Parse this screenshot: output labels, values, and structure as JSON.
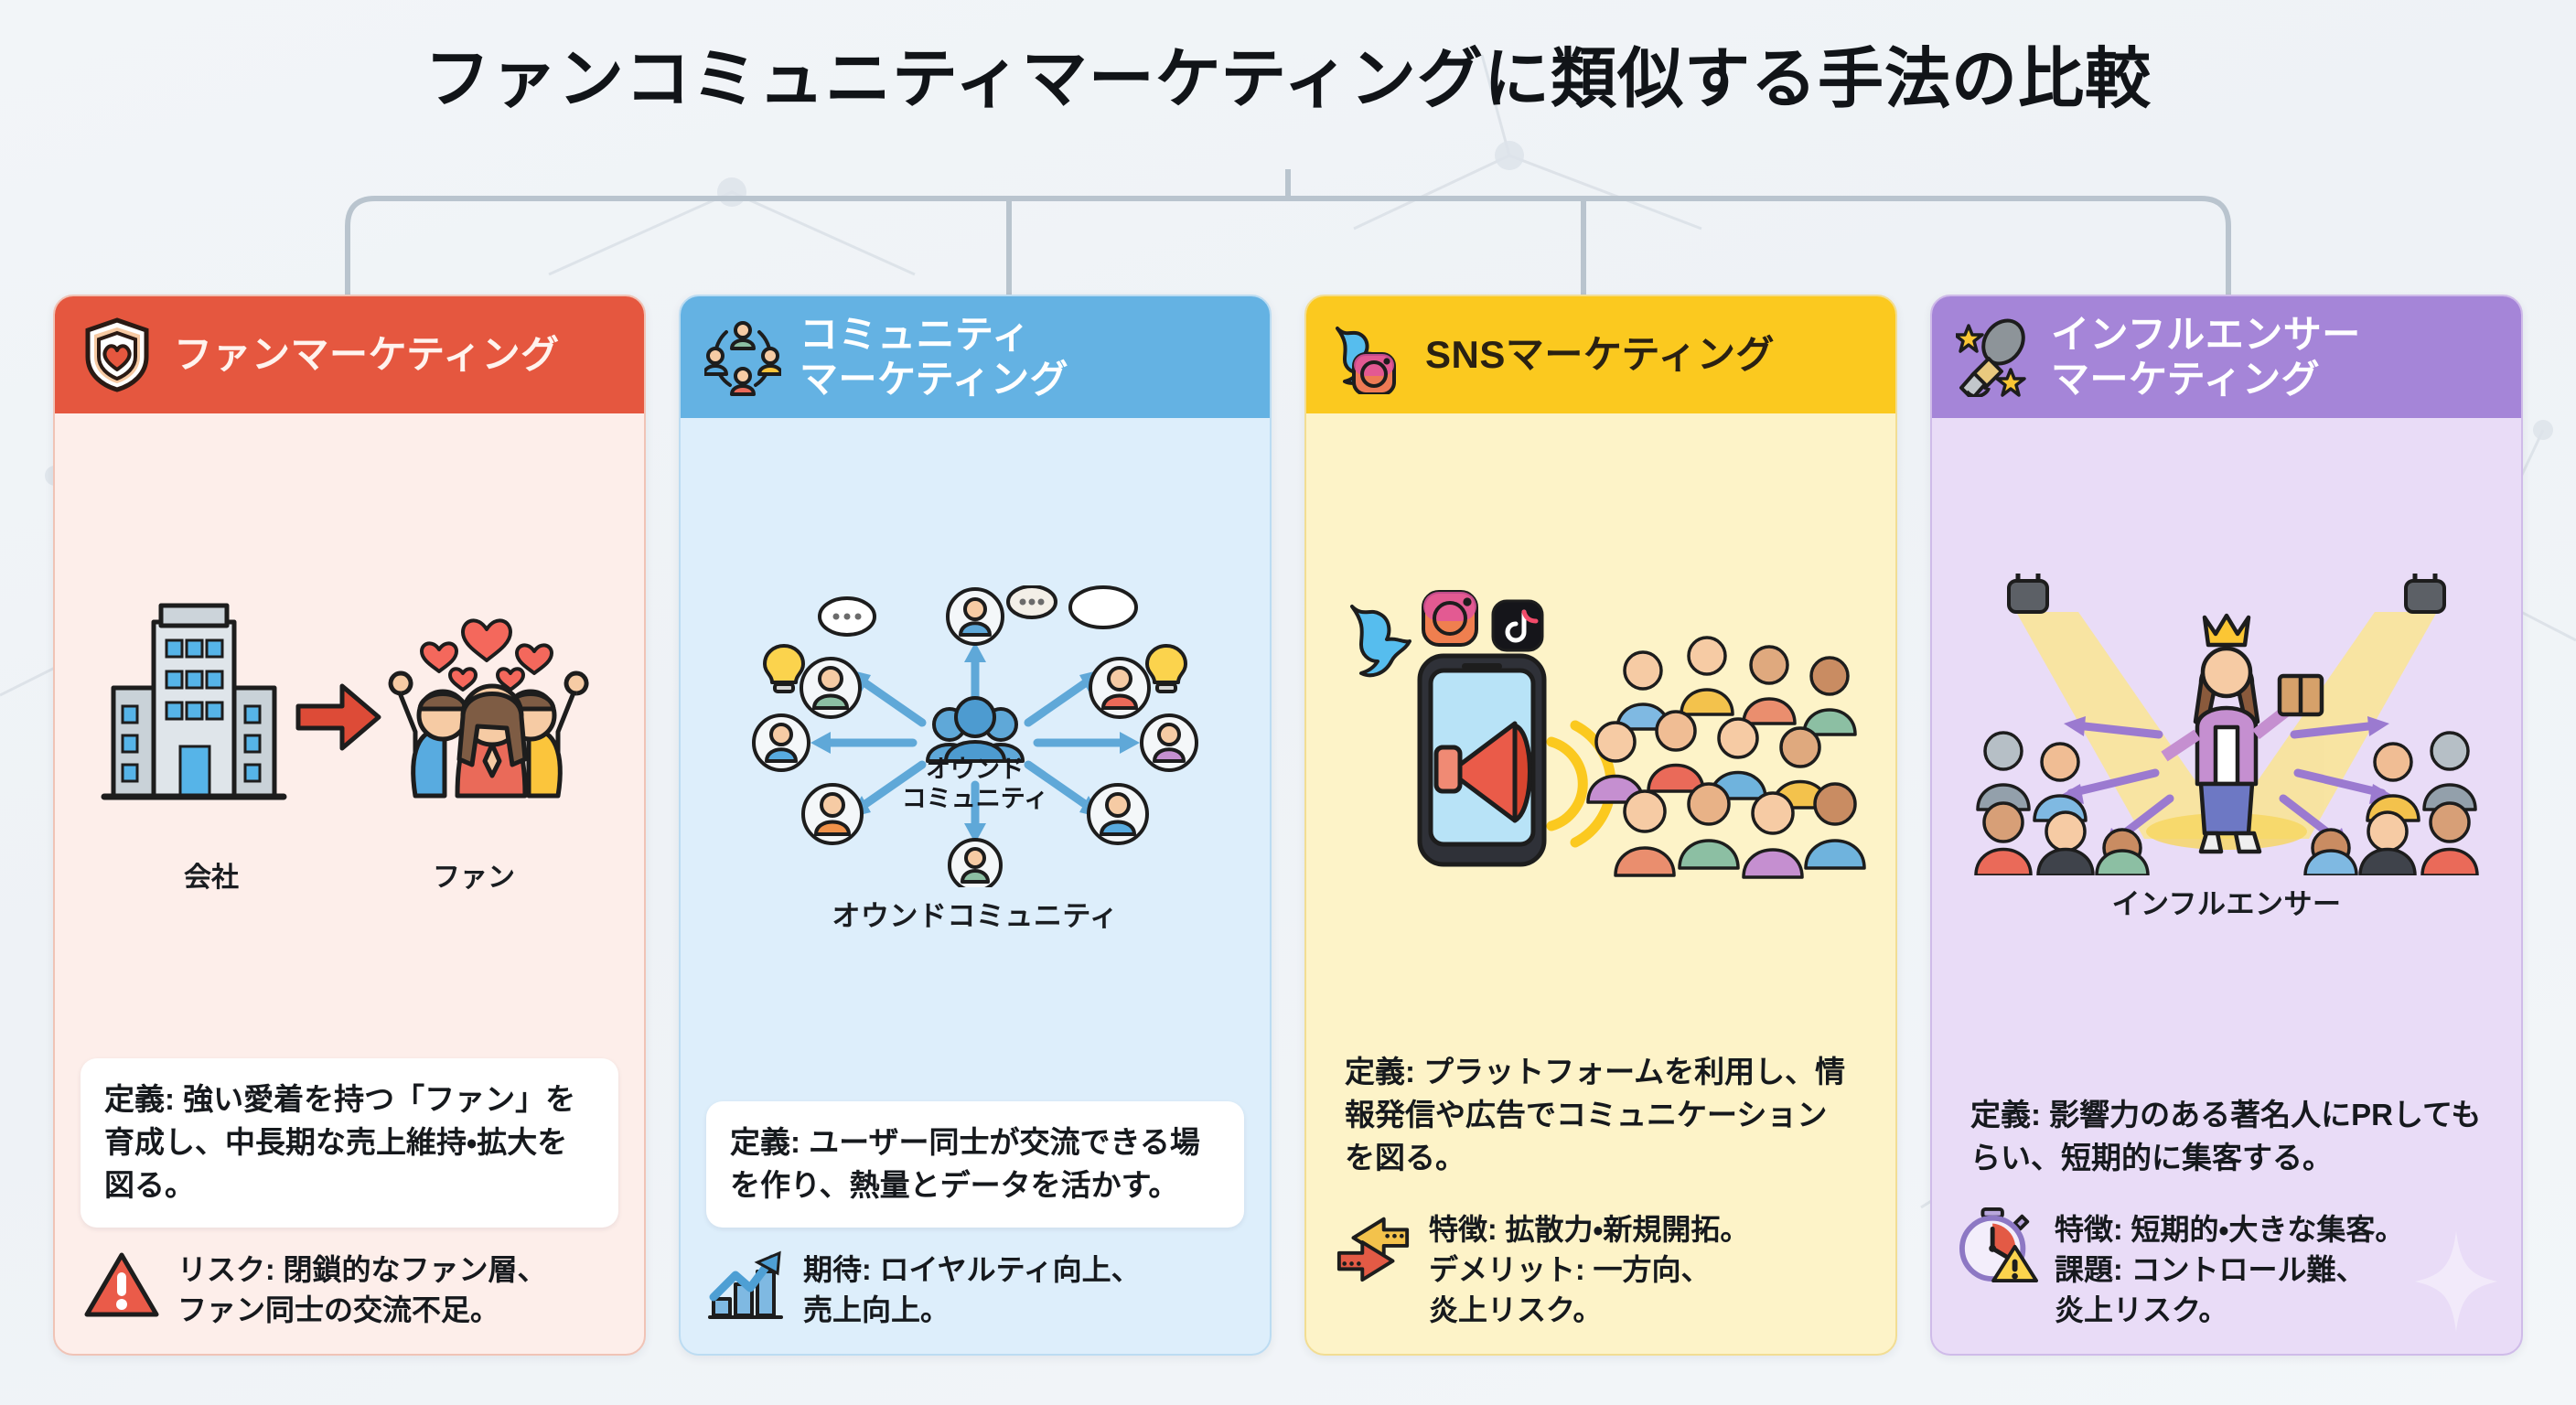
{
  "page": {
    "title": "ファンコミュニティマーケティングに類似する手法の比較",
    "background_color": "#eff3f7"
  },
  "cards": [
    {
      "id": "fan-marketing",
      "title": "ファンマーケティング",
      "header_color": "#e5573f",
      "body_color": "#fdeeea",
      "header_icon": "shield-heart-icon",
      "illustration": {
        "type": "company-to-fans",
        "left_label": "会社",
        "right_label": "ファン"
      },
      "definition": "定義: 強い愛着を持つ「ファン」を育成し、中長期な売上維持・拡大を図る。",
      "note_icon": "warning-triangle-icon",
      "note_lines": [
        "リスク: 閉鎖的なファン層、",
        "ファン同士の交流不足。"
      ]
    },
    {
      "id": "community-marketing",
      "title": "コミュニティ\nマーケティング",
      "header_color": "#64b2e3",
      "body_color": "#ddeefb",
      "header_icon": "people-circle-icon",
      "illustration": {
        "type": "owned-community-network",
        "center_label": "オウンド\nコミュニティ",
        "caption": "オウンドコミュニティ"
      },
      "definition": "定義: ユーザー同士が交流できる場を作り、熱量とデータを活かす。",
      "note_icon": "growth-chart-icon",
      "note_lines": [
        "期待: ロイヤルティ向上、",
        "売上向上。"
      ]
    },
    {
      "id": "sns-marketing",
      "title": "SNSマーケティング",
      "header_color": "#fbc91f",
      "body_color": "#fdf3c8",
      "header_icon": "twitter-instagram-icon",
      "illustration": {
        "type": "phone-megaphone-crowd",
        "platform_icons": [
          "twitter-icon",
          "instagram-icon",
          "tiktok-icon"
        ]
      },
      "definition": "定義: プラットフォームを利用し、情報発信や広告でコミュニケーションを図る。",
      "note_icon": "two-way-arrows-icon",
      "note_lines": [
        "特徴: 拡散力・新規開拓。",
        "デメリット: 一方向、",
        "炎上リスク。"
      ]
    },
    {
      "id": "influencer-marketing",
      "title": "インフルエンサー\nマーケティング",
      "header_color": "#a585d8",
      "body_color": "#e9dcf7",
      "header_icon": "microphone-star-icon",
      "illustration": {
        "type": "influencer-spotlight-crowd",
        "caption": "インフルエンサー"
      },
      "definition": "定義: 影響力のある著名人にPRしてもらい、短期的に集客する。",
      "note_icon": "stopwatch-warning-icon",
      "note_lines": [
        "特徴: 短期的・大きな集客。",
        "課題: コントロール難、",
        "炎上リスク。"
      ]
    }
  ]
}
